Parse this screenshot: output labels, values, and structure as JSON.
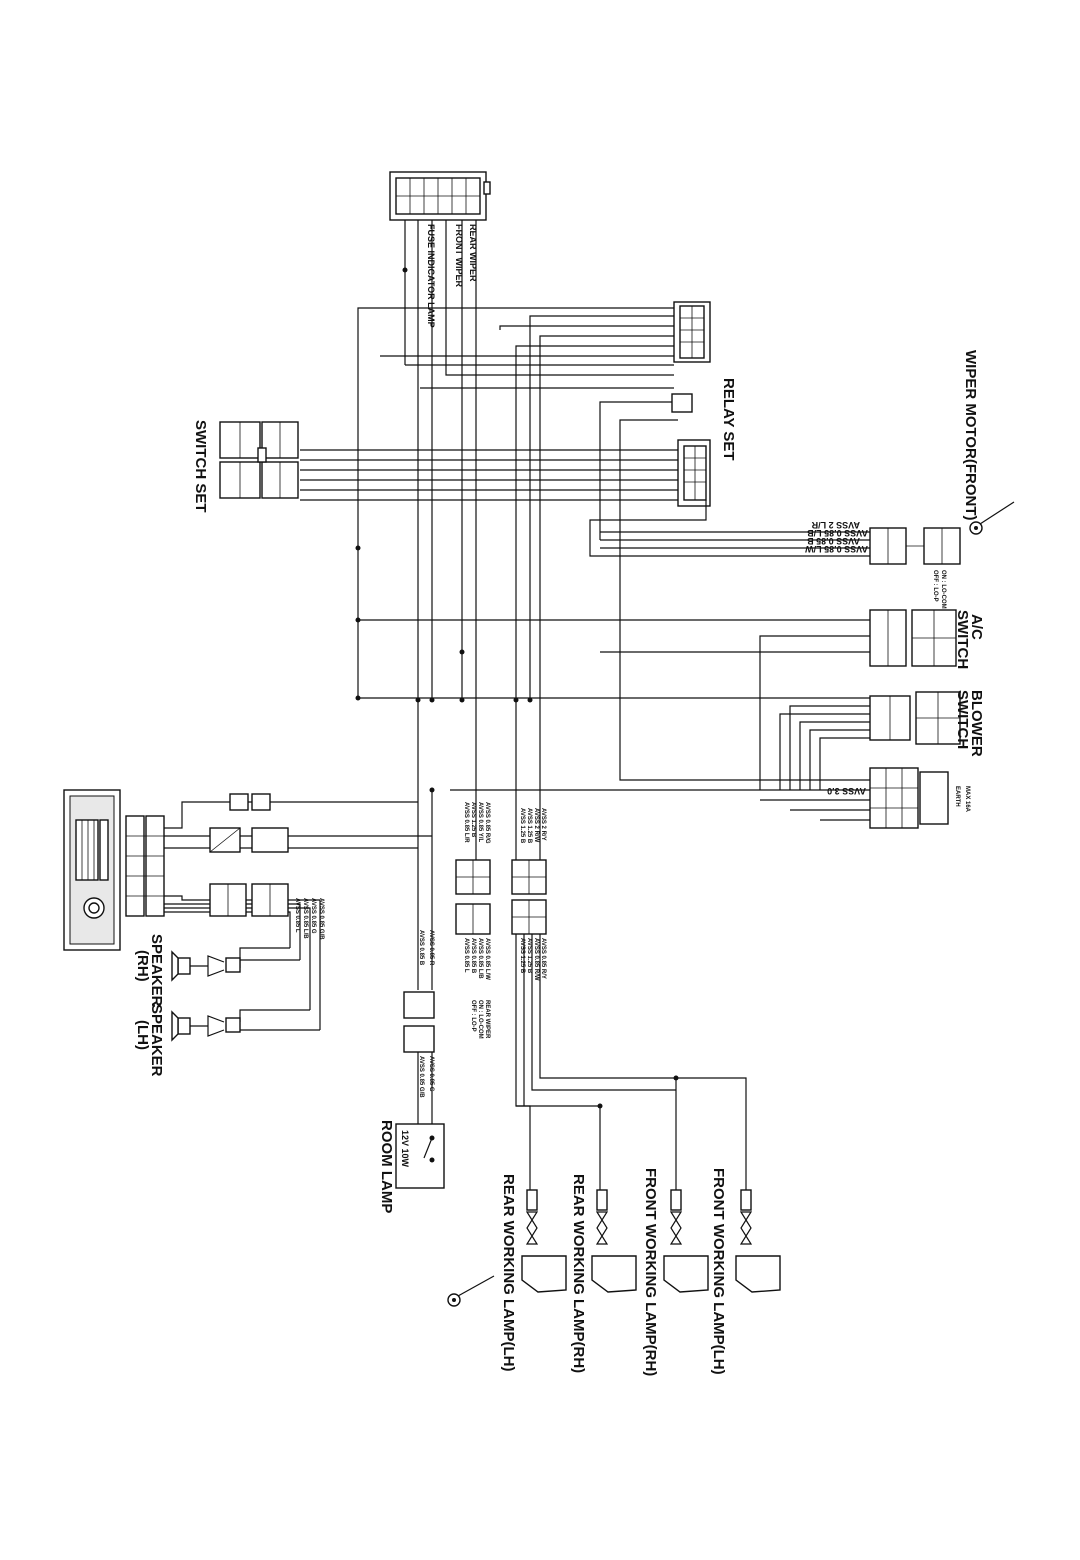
{
  "labels": {
    "wiper_motor_front": "WIPER MOTOR(FRONT)",
    "relay_set": "RELAY SET",
    "switch_set": "SWITCH SET",
    "ac_switch_1": "A/C",
    "ac_switch_2": "SWITCH",
    "blower_switch_1": "BLOWER",
    "blower_switch_2": "SWITCH",
    "rear_wiper": "REAR WIPER",
    "front_wiper": "FRONT WIPER",
    "fuse_indicator_lamp": "FUSE INDICATOR LAMP",
    "speaker_rh_1": "SPEAKER",
    "speaker_rh_2": "(RH)",
    "speaker_lh_1": "SPEAKER",
    "speaker_lh_2": "(LH)",
    "room_lamp": "ROOM LAMP",
    "room_lamp_rating": "12V 10W",
    "front_working_lamp_lh": "FRONT WORKING LAMP(LH)",
    "front_working_lamp_rh": "FRONT WORKING LAMP(RH)",
    "rear_working_lamp_rh": "REAR WORKING LAMP(RH)",
    "rear_working_lamp_lh": "REAR WORKING LAMP(LH)",
    "rear_wiper_switch": "REAR WIPER",
    "rear_wiper_on": "ON : LO-COM",
    "rear_wiper_off": "OFF : LO-P",
    "wiper_on": "ON : LO-COM",
    "wiper_off": "OFF : LO-P",
    "max_16a": "MAX 16A",
    "earth": "EARTH",
    "avss_3_0": "AVSS 3.0"
  },
  "wire_groups": {
    "wiper_motor": [
      "AVSS 2 L/R",
      "AVSS 0.85 L/B",
      "AVSS 0.85 B",
      "AVSS 0.85 L/W"
    ],
    "working_lamp_upper": [
      "AVSS 2 R/Y",
      "AVSS 2 R/W",
      "AVSS 1.25 B",
      "AVSS 1.25 B"
    ],
    "working_lamp_lower": [
      "AVSS 0.85 R/Y",
      "AVSS 0.85 R/W",
      "AVSS 1.25 B",
      "AVSS 1.25 B"
    ],
    "wiper_switch_upper": [
      "AVSS 0.85 R/G",
      "AVSS 0.85 Y/L",
      "AVSS 1.25 B",
      "AVSS 0.85 L/R"
    ],
    "wiper_switch_lower": [
      "AVSS 0.85 L/W",
      "AVSS 0.85 L/B",
      "AVSS 0.85 B",
      "AVSS 0.85 L"
    ],
    "room_lamp_feed": [
      "AVSS 0.85 R",
      "AVSS 0.85 B"
    ],
    "room_lamp_out": [
      "AVSS 0.85 G",
      "AVSS 0.85 G/B"
    ],
    "speakers": [
      "AVSS 0.85 G/B",
      "AVSS 0.85 G",
      "AVSS 0.85 L/B",
      "AVSS 0.85 L"
    ]
  }
}
